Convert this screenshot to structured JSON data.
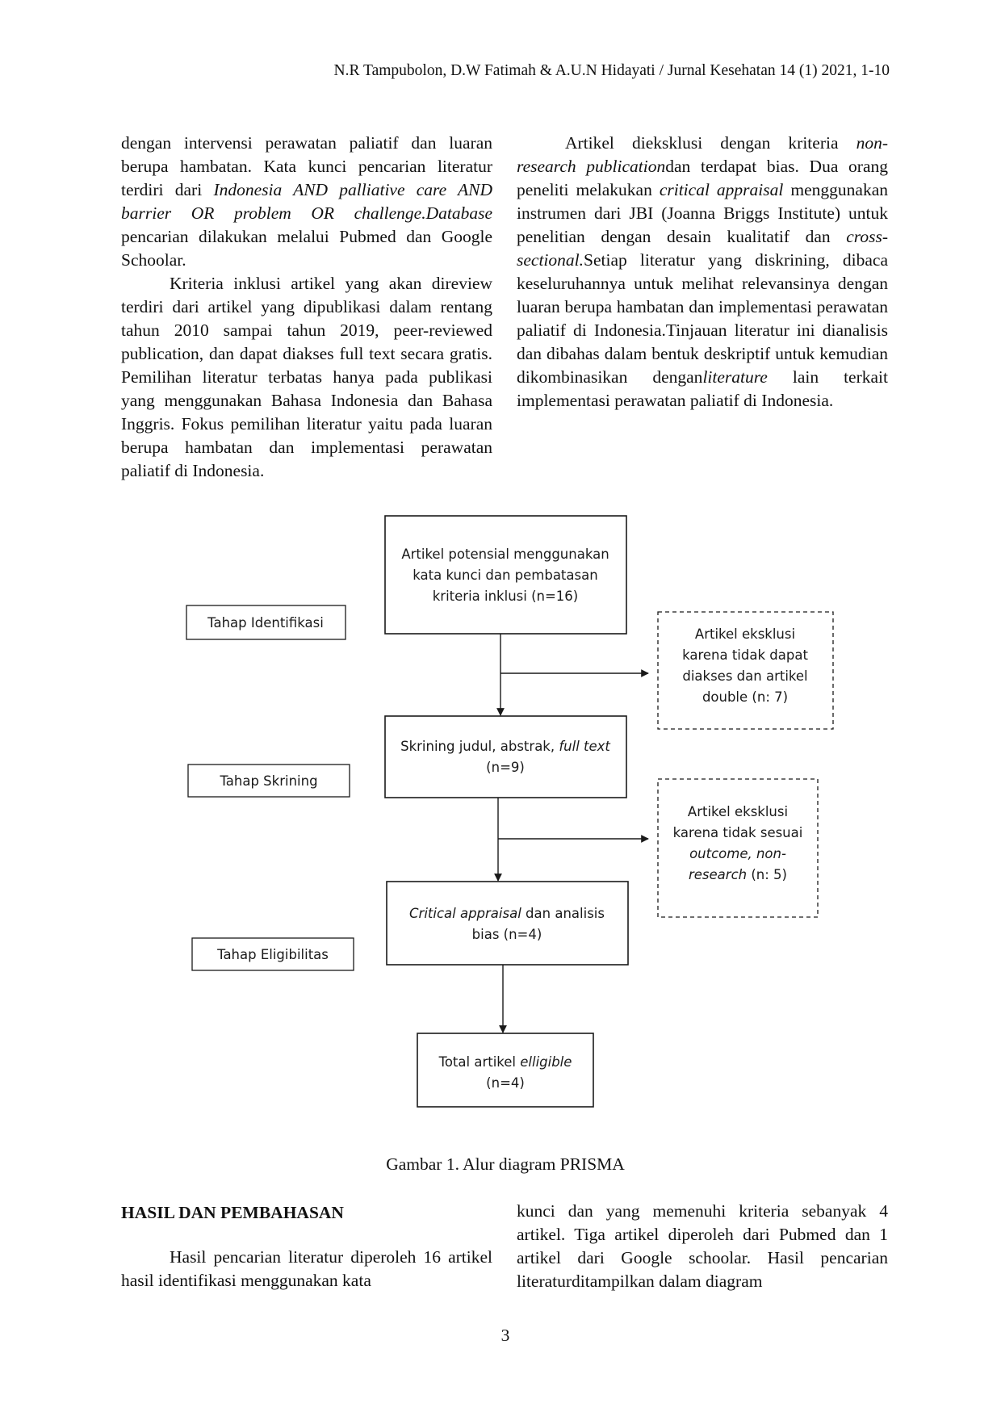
{
  "header": {
    "running_title": "N.R Tampubolon, D.W Fatimah & A.U.N Hidayati / Jurnal Kesehatan 14 (1) 2021, 1-10"
  },
  "left_column": {
    "p1_a": "dengan intervensi perawatan paliatif dan luaran berupa hambatan. Kata kunci pencarian literatur terdiri dari ",
    "p1_kw": "Indonesia AND palliative care AND barrier OR problem OR challenge.Database",
    "p1_b": " pencarian dilakukan melalui Pubmed dan Google Schoolar.",
    "p2": "Kriteria inklusi artikel yang akan direview terdiri dari artikel yang dipublikasi dalam rentang tahun 2010 sampai tahun 2019, peer-reviewed publication, dan dapat diakses full text secara gratis. Pemilihan literatur terbatas hanya pada publikasi yang menggunakan Bahasa Indonesia dan Bahasa Inggris. Fokus pemilihan literatur yaitu pada luaran berupa hambatan dan implementasi perawatan paliatif di Indonesia."
  },
  "right_column": {
    "r_a": "Artikel dieksklusi dengan kriteria ",
    "r_i1": "non-research publication",
    "r_b": "dan terdapat bias. Dua orang peneliti melakukan ",
    "r_i2": "critical appraisal",
    "r_c": " menggunakan instrumen dari JBI (Joanna Briggs Institute) untuk penelitian dengan desain kualitatif dan ",
    "r_i3": "cross-sectional.",
    "r_d": "Setiap literatur yang diskrining, dibaca keseluruhannya untuk melihat relevansinya dengan luaran berupa hambatan dan implementasi perawatan paliatif di Indonesia.Tinjauan literatur ini dianalisis dan dibahas dalam bentuk deskriptif untuk kemudian dikombinasikan dengan",
    "r_i4": "literature",
    "r_e": " lain terkait implementasi perawatan paliatif di Indonesia."
  },
  "diagram": {
    "stage_identification": "Tahap Identifikasi",
    "stage_screening": "Tahap Skrining",
    "stage_eligibility": "Tahap Eligibilitas",
    "box1": [
      "Artikel potensial menggunakan",
      "kata kunci dan pembatasan",
      "kriteria inklusi (n=16)"
    ],
    "excl1": [
      "Artikel eksklusi",
      "karena tidak dapat",
      "diakses dan artikel",
      "double (n: 7)"
    ],
    "box2_line1_a": "Skrining judul, abstrak, ",
    "box2_line1_b": "full text",
    "box2_line2": "(n=9)",
    "excl2_l1": "Artikel eksklusi",
    "excl2_l2": "karena tidak sesuai",
    "excl2_l3": "outcome, non-",
    "excl2_l4a": "research",
    "excl2_l4b": " (n: 5)",
    "box3_line1_a": "Critical appraisal",
    "box3_line1_b": " dan analisis",
    "box3_line2": "bias (n=4)",
    "box4_line1_a": "Total artikel ",
    "box4_line1_b": "elligible",
    "box4_line2": "(n=4)"
  },
  "caption": "Gambar 1. Alur diagram PRISMA",
  "section": {
    "heading": "HASIL DAN PEMBAHASAN",
    "left_p": "Hasil pencarian literatur diperoleh 16 artikel hasil identifikasi menggunakan kata",
    "right_p": "kunci dan yang memenuhi kriteria sebanyak 4 artikel. Tiga artikel diperoleh dari Pubmed dan 1 artikel dari Google schoolar. Hasil pencarian literaturditampilkan dalam diagram"
  },
  "page_number": "3"
}
